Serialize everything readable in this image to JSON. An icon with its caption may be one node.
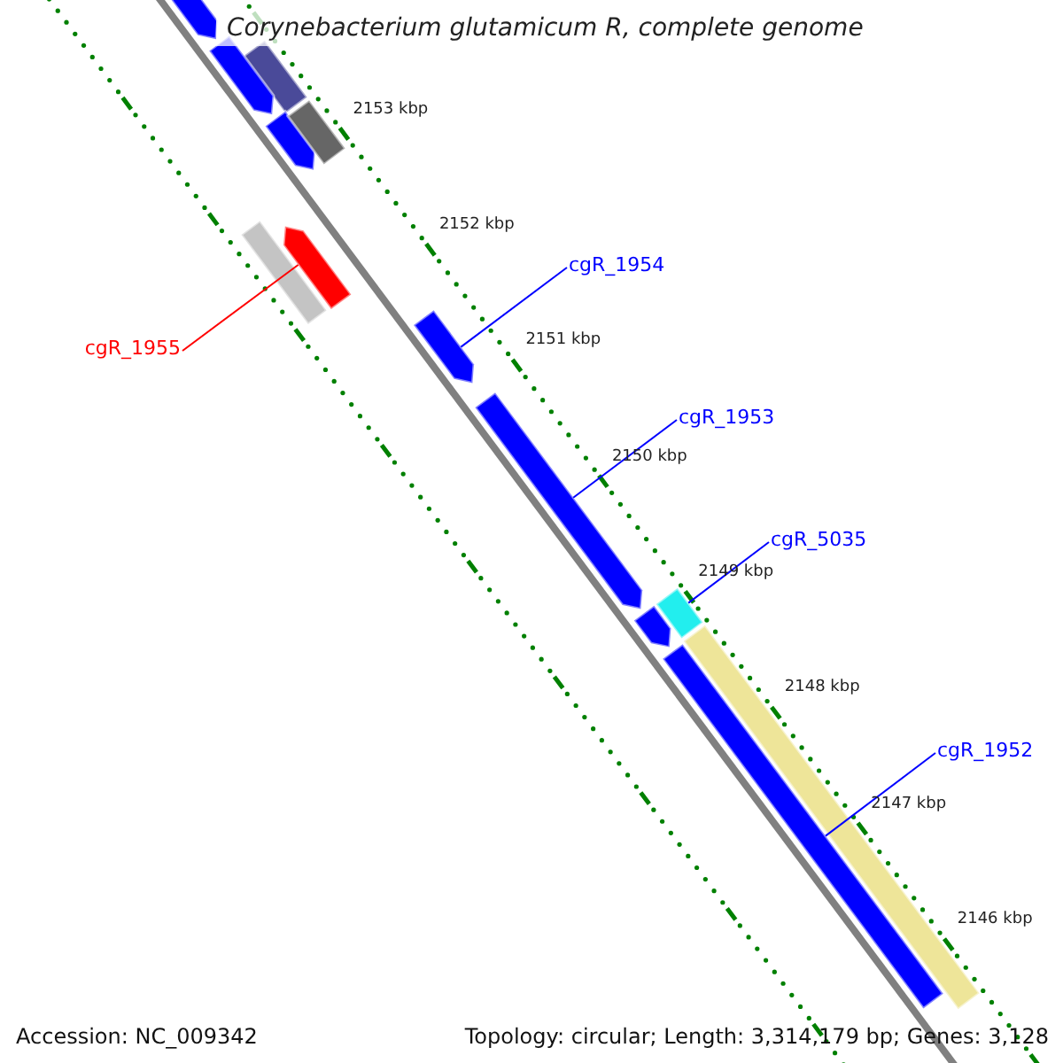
{
  "diagram": {
    "title": "Corynebacterium glutamicum R, complete genome",
    "nodes": [
      {
        "text": [
          "cgR_1954"
        ]
      },
      {
        "text": [
          "cgR_1955"
        ]
      },
      {
        "text": [
          "cgR_1953"
        ]
      },
      {
        "text": [
          "cgR_5035"
        ]
      },
      {
        "text": [
          "cgR_1952"
        ]
      },
      {
        "text": [],
        "shape": "bar"
      },
      {
        "text": [],
        "shape": "bar"
      },
      {
        "text": [],
        "shape": "bar"
      },
      {
        "text": [],
        "shape": "bar"
      },
      {
        "text": [],
        "shape": "bar"
      },
      {
        "text": [],
        "shape": "bar"
      },
      {
        "text": [],
        "shape": "bar"
      },
      {
        "text": [],
        "shape": "bar"
      },
      {
        "text": [],
        "shape": "bar"
      },
      {
        "text": [],
        "shape": "bar"
      },
      {
        "text": [],
        "shape": "bar"
      },
      {
        "text": [],
        "shape": "bar"
      },
      {
        "text": [],
        "shape": "bar"
      }
    ],
    "edges": [
      {
        "from": 0,
        "to": 12,
        "arrow": "none"
      },
      {
        "from": 1,
        "to": 11,
        "arrow": "none",
        "color": "#ff0000"
      },
      {
        "from": 2,
        "to": 13,
        "arrow": "none"
      },
      {
        "from": 3,
        "to": 15,
        "arrow": "none"
      },
      {
        "from": 4,
        "to": 17,
        "arrow": "none"
      }
    ],
    "labels": [
      "2153 kbp",
      "2152 kbp",
      "2151 kbp",
      "2150 kbp",
      "2149 kbp",
      "2148 kbp",
      "2147 kbp",
      "2146 kbp",
      "Accession: NC_009342",
      "Topology: circular; Length: 3,314,179 bp; Genes: 3,128"
    ]
  }
}
